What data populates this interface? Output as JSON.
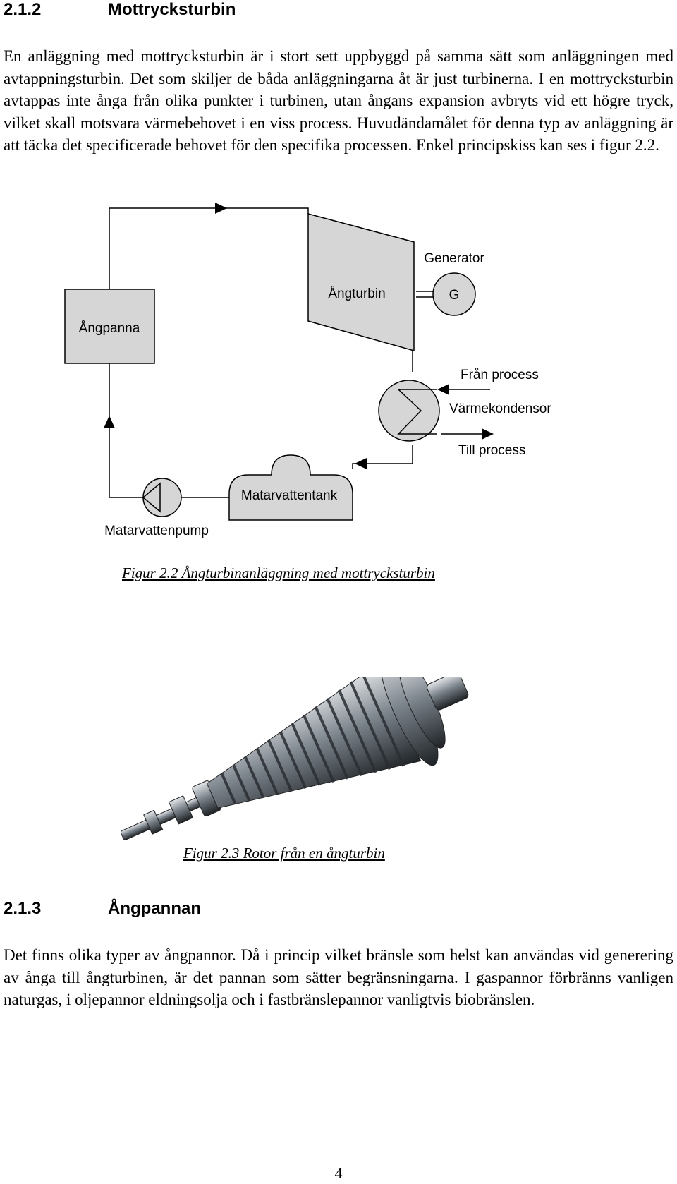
{
  "section_212": {
    "number": "2.1.2",
    "title": "Mottrycksturbin"
  },
  "paragraph_1": "En anläggning med mottrycksturbin är i stort sett uppbyggd på samma sätt som anläggningen med avtappningsturbin. Det som skiljer de båda anläggningarna åt är just turbinerna. I en mottrycksturbin avtappas inte ånga från olika punkter i turbinen, utan ångans expansion avbryts vid ett högre tryck, vilket skall motsvara värmebehovet i en viss process. Huvudändamålet för denna typ av anläggning är att täcka det specificerade behovet för den specifika processen. Enkel principskiss kan ses i figur 2.2.",
  "diagram": {
    "boiler": "Ångpanna",
    "turbine": "Ångturbin",
    "generator_label": "Generator",
    "generator_symbol": "G",
    "from_process": "Från process",
    "condenser": "Värmekondensor",
    "to_process": "Till process",
    "feedwater_tank": "Matarvattentank",
    "feedwater_pump": "Matarvattenpump"
  },
  "figure_22_caption": "Figur 2.2 Ångturbinanläggning med mottrycksturbin",
  "figure_23_caption": "Figur 2.3 Rotor från en ångturbin",
  "section_213": {
    "number": "2.1.3",
    "title": "Ångpannan"
  },
  "paragraph_2": "Det finns olika typer av ångpannor. Då i princip vilket bränsle som helst kan användas vid generering av ånga till ångturbinen, är det pannan som sätter begränsningarna. I gaspannor förbränns vanligen naturgas, i oljepannor eldningsolja och i fastbränslepannor vanligtvis biobränslen.",
  "page_number": "4",
  "colors": {
    "box_fill": "#d6d6d6",
    "line": "#000000",
    "rotor_dark": "#2a2e33",
    "rotor_light": "#c9ced3"
  }
}
